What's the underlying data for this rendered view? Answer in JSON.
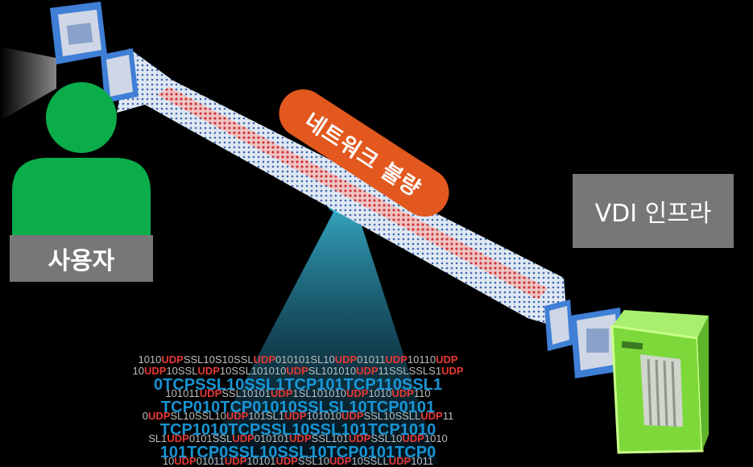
{
  "labels": {
    "user": "사용자",
    "infra": "VDI 인프라",
    "network": "네트워크 불량"
  },
  "packet_stream": [
    {
      "style": "small",
      "parts": [
        [
          "1010",
          ""
        ],
        [
          "UDP",
          "red"
        ],
        [
          "SSL10S10SSL",
          ""
        ],
        [
          "UDP",
          "red"
        ],
        [
          "010101SL10",
          ""
        ],
        [
          "UDP",
          "red"
        ],
        [
          "01011",
          ""
        ],
        [
          "UDP",
          "red"
        ],
        [
          "10110",
          ""
        ],
        [
          "UDP",
          "red"
        ]
      ]
    },
    {
      "style": "small",
      "parts": [
        [
          "10",
          ""
        ],
        [
          "UDP",
          "red"
        ],
        [
          "10SSL",
          ""
        ],
        [
          "UDP",
          "red"
        ],
        [
          "10SSL101010",
          ""
        ],
        [
          "UDP",
          "red"
        ],
        [
          "SL101010",
          ""
        ],
        [
          "UDP",
          "red"
        ],
        [
          "11SSLSSLS1",
          ""
        ],
        [
          "UDP",
          "red"
        ]
      ]
    },
    {
      "style": "big",
      "parts": [
        [
          "0TCPSSL10SSL1TCP101TCP110SSL1",
          ""
        ]
      ]
    },
    {
      "style": "small",
      "parts": [
        [
          "101011",
          ""
        ],
        [
          "UDP",
          "red"
        ],
        [
          "SSL10101",
          ""
        ],
        [
          "UDP",
          "red"
        ],
        [
          "1SL101010",
          ""
        ],
        [
          "UDP",
          "red"
        ],
        [
          "1010",
          ""
        ],
        [
          "UDP",
          "red"
        ],
        [
          "110",
          ""
        ]
      ]
    },
    {
      "style": "big",
      "parts": [
        [
          "TCP010TCP01010SSLSL10TCP0101",
          ""
        ]
      ]
    },
    {
      "style": "small",
      "parts": [
        [
          "0",
          ""
        ],
        [
          "UDP",
          "red"
        ],
        [
          "SL10SSL10",
          ""
        ],
        [
          "UDP",
          "red"
        ],
        [
          "101SL1",
          ""
        ],
        [
          "UDP",
          "red"
        ],
        [
          "101010",
          ""
        ],
        [
          "UDP",
          "red"
        ],
        [
          "SSL10SSLL",
          ""
        ],
        [
          "UDP",
          "red"
        ],
        [
          "11",
          ""
        ]
      ]
    },
    {
      "style": "big",
      "parts": [
        [
          "TCP1010TCPSSL10SSL101TCP1010",
          ""
        ]
      ]
    },
    {
      "style": "small",
      "parts": [
        [
          "SL1",
          ""
        ],
        [
          "UDP",
          "red"
        ],
        [
          "0101SSL",
          ""
        ],
        [
          "UDP",
          "red"
        ],
        [
          "010101",
          ""
        ],
        [
          "UDP",
          "red"
        ],
        [
          "SSL101",
          ""
        ],
        [
          "UDP",
          "red"
        ],
        [
          "SSL10",
          ""
        ],
        [
          "UDP",
          "red"
        ],
        [
          "1010",
          ""
        ]
      ]
    },
    {
      "style": "big",
      "parts": [
        [
          "101TCP0SSL10SSL10TCP0101TCP0",
          ""
        ]
      ]
    },
    {
      "style": "small",
      "parts": [
        [
          "10",
          ""
        ],
        [
          "UDP",
          "red"
        ],
        [
          "01011",
          ""
        ],
        [
          "UDP",
          "red"
        ],
        [
          "10101",
          ""
        ],
        [
          "UDP",
          "red"
        ],
        [
          "SSL10",
          ""
        ],
        [
          "UDP",
          "red"
        ],
        [
          "10SSLL",
          ""
        ],
        [
          "UDP",
          "red"
        ],
        [
          "1011",
          ""
        ]
      ]
    }
  ],
  "colors": {
    "user_icon": "#0aad4a",
    "label_box": "#777777",
    "pill": "#e2581e",
    "cable_core": "#d94a4a",
    "endpoint_blue": "#3f7fd6",
    "server_green": "#7dd83a",
    "tcp_text": "#1aa3e8",
    "udp_text": "#e53935"
  },
  "icons": [
    "user-icon",
    "server-icon",
    "network-cable",
    "endpoint-module"
  ]
}
